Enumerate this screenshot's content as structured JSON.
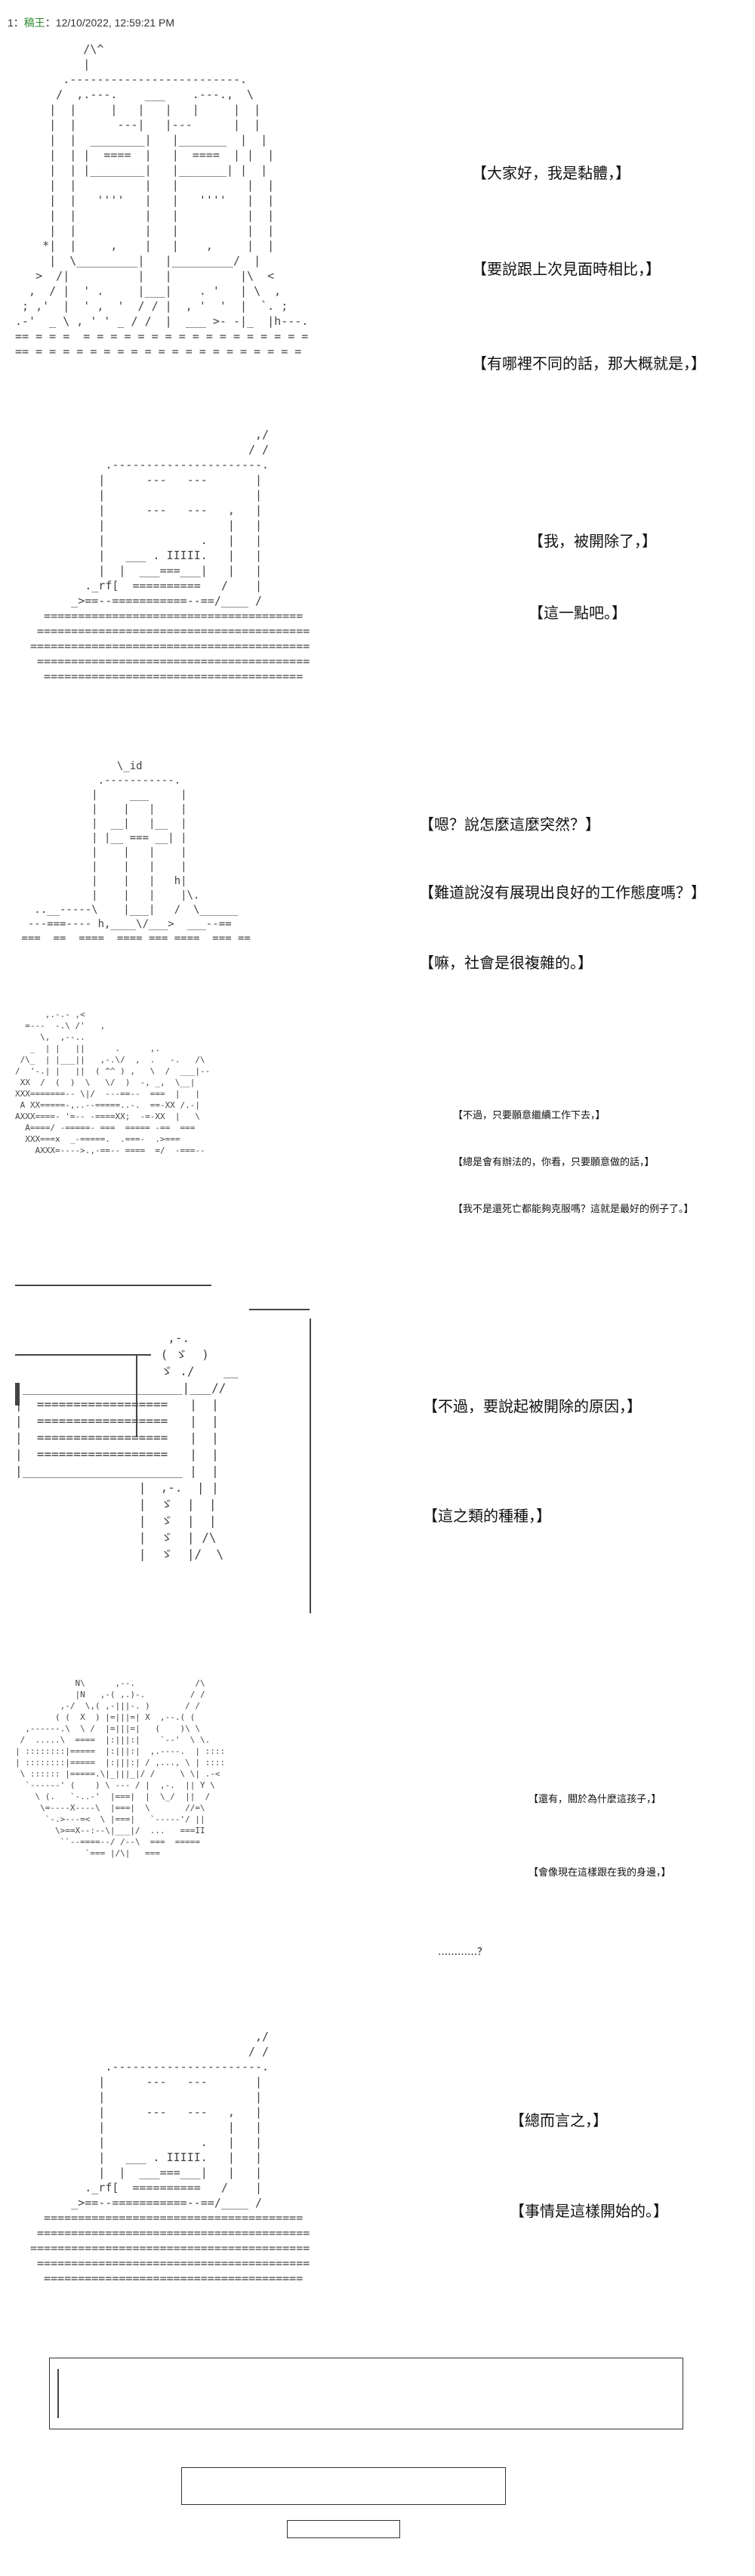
{
  "header": {
    "post_no": "1",
    "author": "稿王",
    "timestamp": "12/10/2022, 12:59:21 PM"
  },
  "panels": [
    {
      "lines": [
        "【大家好，我是黏體，】",
        "【要說跟上次見面時相比，】",
        "【有哪裡不同的話，那大概就是，】"
      ]
    },
    {
      "lines": [
        "【我，被開除了，】",
        "【這一點吧。】"
      ]
    },
    {
      "lines": [
        "【嗯？說怎麼這麼突然？】",
        "【難道說沒有展現出良好的工作態度嗎？】",
        "【嘛，社會是很複雜的。】"
      ]
    },
    {
      "lines": [
        "【不過，只要願意繼續工作下去，】",
        "【總是會有辦法的，你看，只要願意做的話，】",
        "【我不是還死亡都能夠克服嗎？這就是最好的例子了。】"
      ]
    },
    {
      "lines": [
        "【不過，要說起被開除的原因，】",
        "【這之類的種種，】"
      ]
    },
    {
      "lines": [
        "【還有，關於為什麼這孩子，】",
        "【會像現在這樣跟在我的身邊，】",
        "…………？"
      ]
    },
    {
      "lines": [
        "【總而言之，】",
        "【事情是這樣開始的。】"
      ]
    }
  ]
}
